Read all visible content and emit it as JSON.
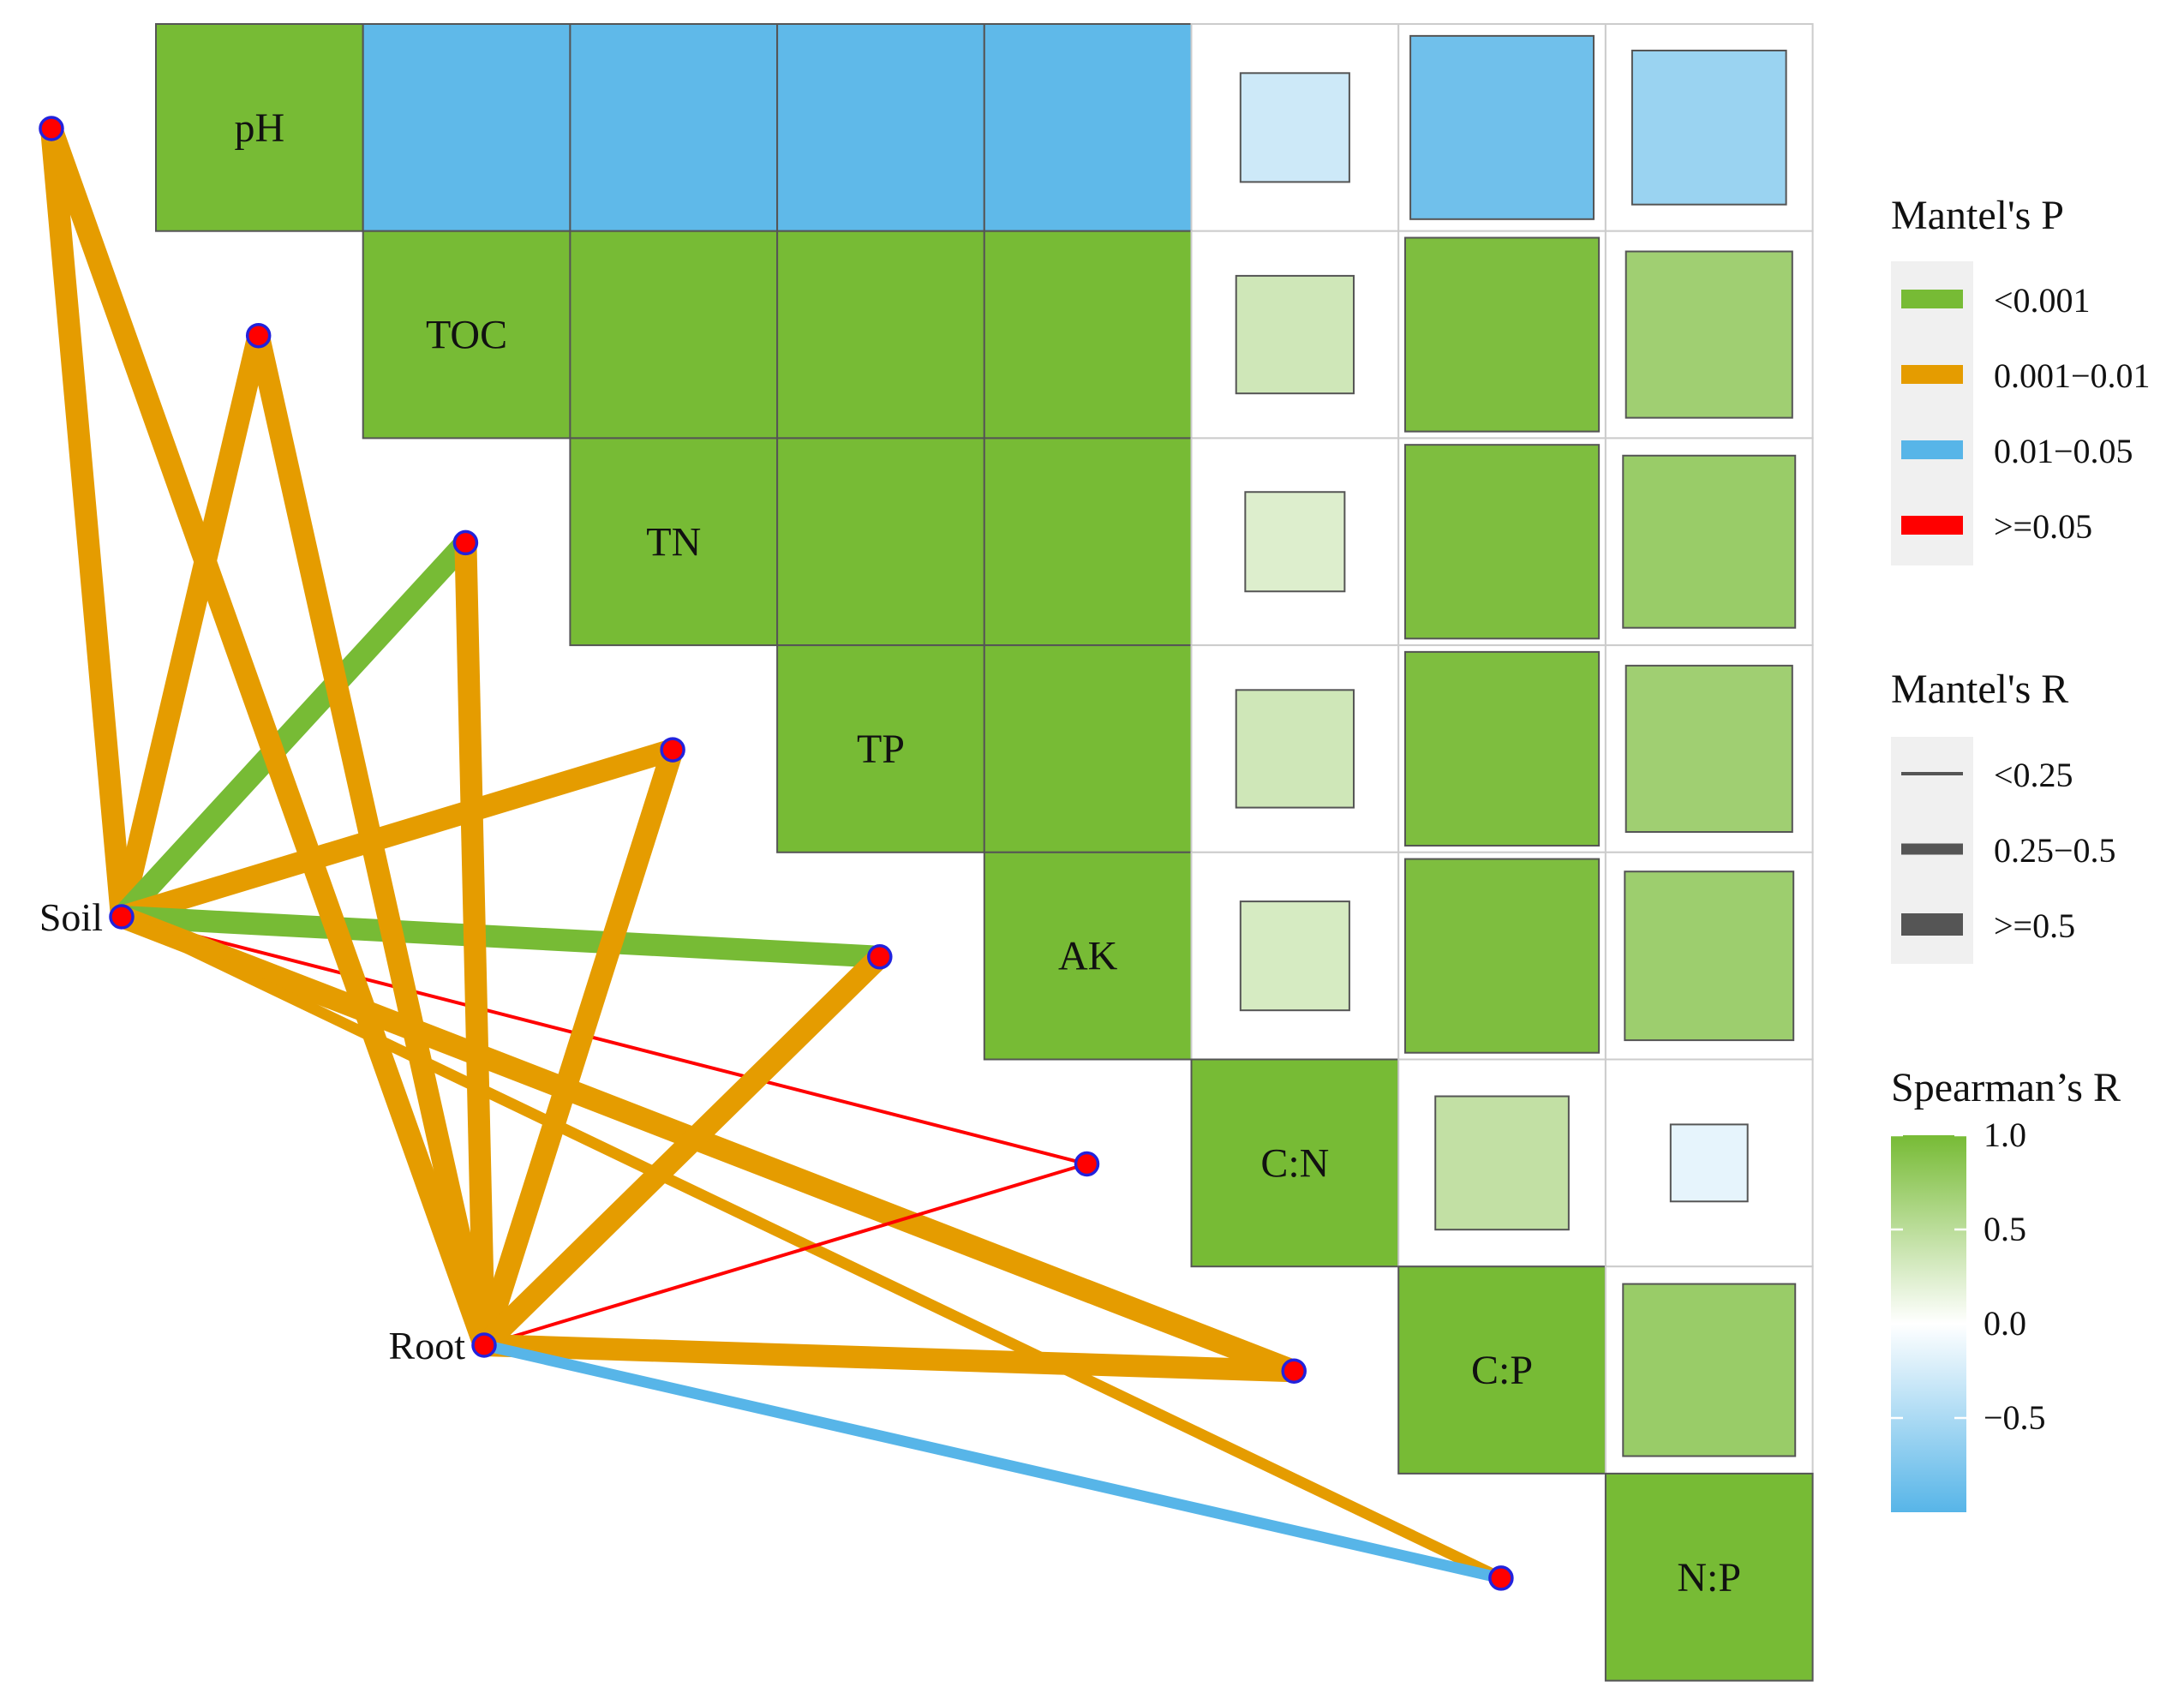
{
  "chart_data": {
    "type": "heatmap",
    "variables": [
      "pH",
      "TOC",
      "TN",
      "TP",
      "AK",
      "C:N",
      "C:P",
      "N:P"
    ],
    "spearman_matrix": {
      "description_of_cells": "upper triangle, row variable vs column variable",
      "rows": [
        {
          "var": "pH",
          "values": {
            "TOC": -0.95,
            "TN": -0.95,
            "TP": -0.95,
            "AK": -0.95,
            "C:N": -0.3,
            "C:P": -0.85,
            "N:P": -0.6
          }
        },
        {
          "var": "TOC",
          "values": {
            "TN": 1.0,
            "TP": 1.0,
            "AK": 1.0,
            "C:N": 0.35,
            "C:P": 0.95,
            "N:P": 0.7
          }
        },
        {
          "var": "TN",
          "values": {
            "TP": 1.0,
            "AK": 1.0,
            "C:N": 0.25,
            "C:P": 0.95,
            "N:P": 0.75
          }
        },
        {
          "var": "TP",
          "values": {
            "AK": 1.0,
            "C:N": 0.35,
            "C:P": 0.95,
            "N:P": 0.7
          }
        },
        {
          "var": "AK",
          "values": {
            "C:N": 0.3,
            "C:P": 0.95,
            "N:P": 0.72
          }
        },
        {
          "var": "C:N",
          "values": {
            "C:P": 0.45,
            "N:P": -0.15
          }
        },
        {
          "var": "C:P",
          "values": {
            "N:P": 0.75
          }
        },
        {
          "var": "N:P",
          "values": {}
        }
      ]
    },
    "mantel_tests": [
      {
        "from": "Soil",
        "to": "pH",
        "p": "0.001-0.01",
        "r": ">=0.5"
      },
      {
        "from": "Soil",
        "to": "TOC",
        "p": "0.001-0.01",
        "r": ">=0.5"
      },
      {
        "from": "Soil",
        "to": "TN",
        "p": "<0.001",
        "r": ">=0.5"
      },
      {
        "from": "Soil",
        "to": "TP",
        "p": "0.001-0.01",
        "r": ">=0.5"
      },
      {
        "from": "Soil",
        "to": "AK",
        "p": "<0.001",
        "r": ">=0.5"
      },
      {
        "from": "Soil",
        "to": "C:N",
        "p": ">=0.05",
        "r": "<0.25"
      },
      {
        "from": "Soil",
        "to": "C:P",
        "p": "0.001-0.01",
        "r": ">=0.5"
      },
      {
        "from": "Soil",
        "to": "N:P",
        "p": "0.001-0.01",
        "r": "0.25-0.5"
      },
      {
        "from": "Root",
        "to": "pH",
        "p": "0.001-0.01",
        "r": ">=0.5"
      },
      {
        "from": "Root",
        "to": "TOC",
        "p": "0.001-0.01",
        "r": ">=0.5"
      },
      {
        "from": "Root",
        "to": "TN",
        "p": "0.001-0.01",
        "r": ">=0.5"
      },
      {
        "from": "Root",
        "to": "TP",
        "p": "0.001-0.01",
        "r": ">=0.5"
      },
      {
        "from": "Root",
        "to": "AK",
        "p": "0.001-0.01",
        "r": ">=0.5"
      },
      {
        "from": "Root",
        "to": "C:N",
        "p": ">=0.05",
        "r": "<0.25"
      },
      {
        "from": "Root",
        "to": "C:P",
        "p": "0.001-0.01",
        "r": ">=0.5"
      },
      {
        "from": "Root",
        "to": "N:P",
        "p": "0.01-0.05",
        "r": "0.25-0.5"
      }
    ],
    "groups": [
      "Soil",
      "Root"
    ],
    "legend_mantel_p": {
      "title": "Mantel's P",
      "items": [
        {
          "label": "<0.001",
          "color": "#77bb35"
        },
        {
          "label": "0.001−0.01",
          "color": "#e59c00"
        },
        {
          "label": "0.01−0.05",
          "color": "#57b5e8"
        },
        {
          "label": ">=0.05",
          "color": "#ff0000"
        }
      ]
    },
    "legend_mantel_r": {
      "title": "Mantel's R",
      "items": [
        {
          "label": "<0.25",
          "width_class": "thin"
        },
        {
          "label": "0.25−0.5",
          "width_class": "medium"
        },
        {
          "label": ">=0.5",
          "width_class": "thick"
        }
      ]
    },
    "legend_spearman": {
      "title": "Spearman’s R",
      "range": [
        -1.0,
        1.0
      ],
      "ticks": [
        {
          "value": 1.0,
          "label": "1.0"
        },
        {
          "value": 0.5,
          "label": "0.5"
        },
        {
          "value": 0.0,
          "label": "0.0"
        },
        {
          "value": -0.5,
          "label": "−0.5"
        }
      ],
      "colors": {
        "low": "#57b5e8",
        "mid": "#ffffff",
        "high": "#77bb35"
      }
    },
    "colors": {
      "node_fill": "#ff0000",
      "node_stroke": "#2222dd",
      "cell_border": "#555555",
      "grid_border": "#cccccc"
    }
  }
}
